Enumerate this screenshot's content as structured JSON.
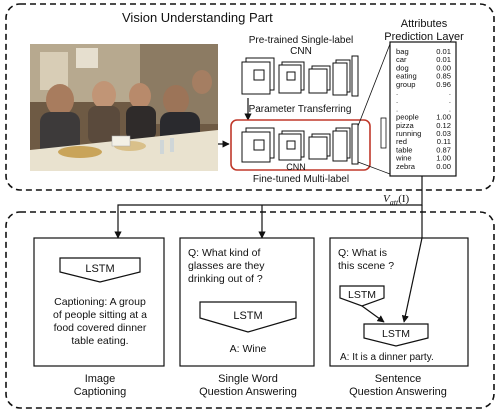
{
  "top": {
    "title": "Vision Understanding Part",
    "attributes": {
      "title_line1": "Attributes",
      "title_line2": "Prediction Layer",
      "words": [
        "bag",
        "car",
        "dog",
        "eating",
        "group",
        ".",
        ".",
        ".",
        "people",
        "pizza",
        "running",
        "red",
        "table",
        "wine",
        "zebra"
      ],
      "scores": [
        "0.01",
        "0.01",
        "0.00",
        "0.85",
        "0.96",
        ".",
        ".",
        ".",
        "1.00",
        "0.12",
        "0.03",
        "0.11",
        "0.87",
        "1.00",
        "0.00"
      ]
    },
    "cnn_top": {
      "line1": "Pre-trained Single-label",
      "line2": "CNN"
    },
    "transfer_label": "Parameter Transferring",
    "cnn_bottom": {
      "label": "CNN",
      "caption": "Fine-tuned Multi-label"
    }
  },
  "vatt_label": "V",
  "vatt_sub": "att",
  "vatt_arg": "(I)",
  "panels": [
    {
      "lstm": "LSTM",
      "text": [
        "Captioning: A group",
        "of people sitting at a",
        "food covered dinner",
        "table eating."
      ],
      "footer": [
        "Image",
        "Captioning"
      ]
    },
    {
      "question": [
        "Q: What kind of",
        "glasses are they",
        "drinking out of ?"
      ],
      "lstm": "LSTM",
      "answer": "A: Wine",
      "footer": [
        "Single Word",
        "Question Answering"
      ]
    },
    {
      "question": [
        "Q: What is",
        "this scene ?"
      ],
      "lstm1": "LSTM",
      "lstm2": "LSTM",
      "answer": "A: It is a dinner party.",
      "footer": [
        "Sentence",
        "Question Answering"
      ]
    }
  ],
  "colors": {
    "red_frame": "#c0392b",
    "ink": "#111111"
  }
}
